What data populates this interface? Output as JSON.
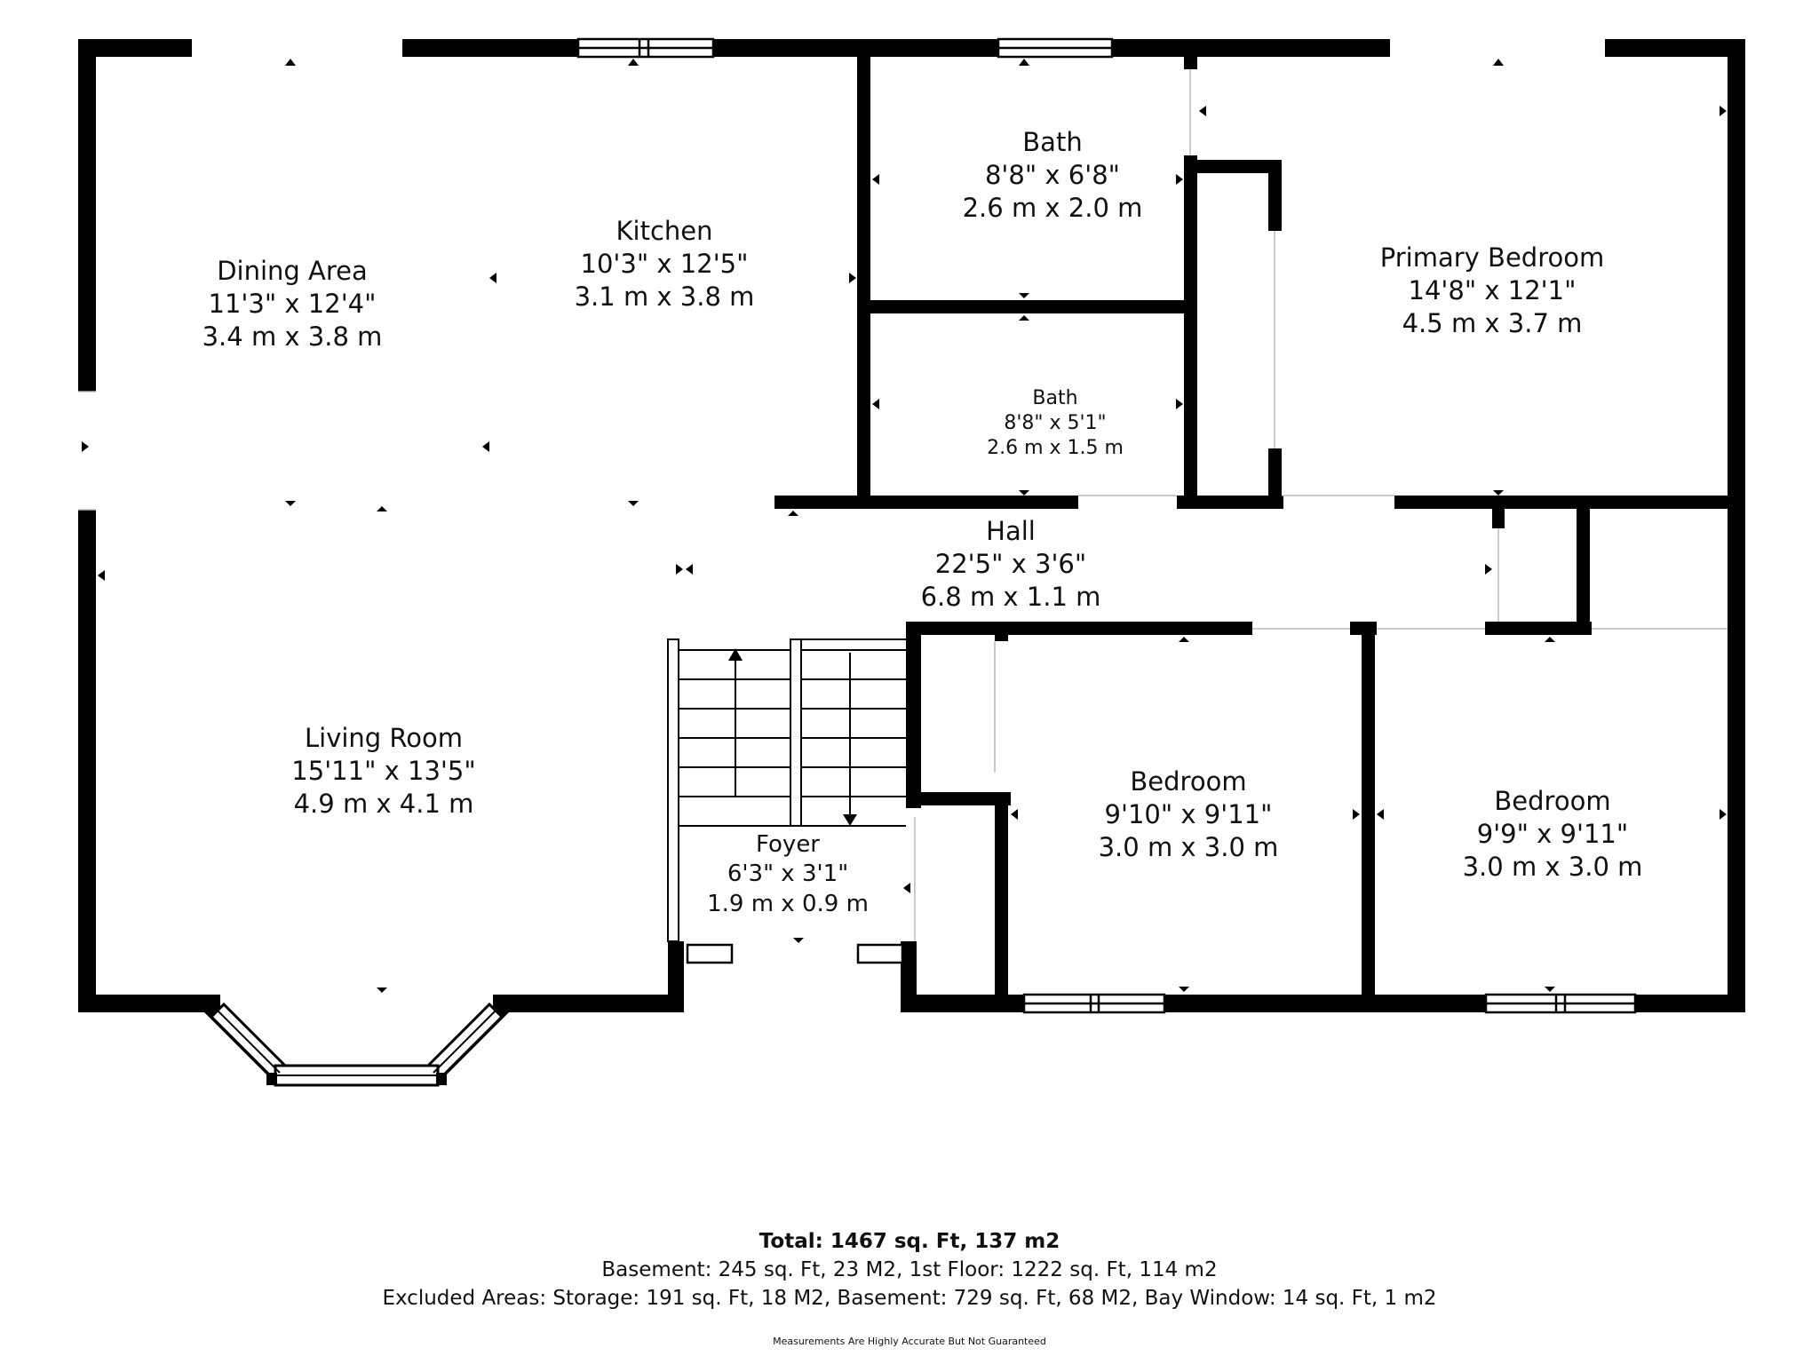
{
  "rooms": {
    "dining": {
      "name": "Dining Area",
      "imperial": "11'3\" x 12'4\"",
      "metric": "3.4 m x 3.8 m"
    },
    "kitchen": {
      "name": "Kitchen",
      "imperial": "10'3\" x 12'5\"",
      "metric": "3.1 m x 3.8 m"
    },
    "bath1": {
      "name": "Bath",
      "imperial": "8'8\" x 6'8\"",
      "metric": "2.6 m x 2.0 m"
    },
    "bath2": {
      "name": "Bath",
      "imperial": "8'8\" x 5'1\"",
      "metric": "2.6 m x 1.5 m"
    },
    "primary": {
      "name": "Primary Bedroom",
      "imperial": "14'8\" x 12'1\"",
      "metric": "4.5 m x 3.7 m"
    },
    "hall": {
      "name": "Hall",
      "imperial": "22'5\" x 3'6\"",
      "metric": "6.8 m x 1.1 m"
    },
    "living": {
      "name": "Living Room",
      "imperial": "15'11\" x 13'5\"",
      "metric": "4.9 m x 4.1 m"
    },
    "foyer": {
      "name": "Foyer",
      "imperial": "6'3\" x 3'1\"",
      "metric": "1.9 m x 0.9 m"
    },
    "bedroom1": {
      "name": "Bedroom",
      "imperial": "9'10\" x 9'11\"",
      "metric": "3.0 m x 3.0 m"
    },
    "bedroom2": {
      "name": "Bedroom",
      "imperial": "9'9\" x 9'11\"",
      "metric": "3.0 m x 3.0 m"
    }
  },
  "summary": {
    "total": "Total: 1467 sq. Ft, 137 m2",
    "line1": "Basement: 245 sq. Ft, 23 M2, 1st Floor: 1222 sq. Ft, 114 m2",
    "line2": "Excluded Areas: Storage: 191 sq. Ft, 18 M2, Basement: 729 sq. Ft, 68 M2, Bay Window: 14 sq. Ft, 1 m2",
    "disclaimer": "Measurements Are Highly Accurate But Not Guaranteed"
  }
}
